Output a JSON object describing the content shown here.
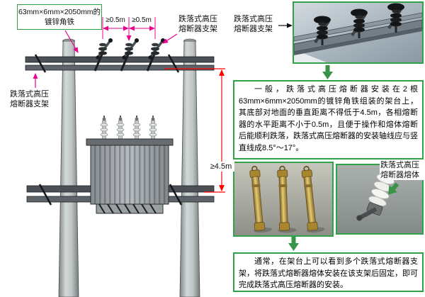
{
  "colors": {
    "accent_green": "#2fa24a",
    "annotation_magenta": "#ec008c",
    "dimension_red": "#ff0000"
  },
  "diagram": {
    "angle_iron_label": "63mm×6mm×2050mm的\n镀锌角铁",
    "spacing_min_1": "≥0.5m",
    "spacing_min_2": "≥0.5m",
    "bracket_label_top": "跌落式高压\n熔断器支架",
    "bracket_label_left": "跌落式高压\n熔断器支架",
    "height_min": "≥4.5m"
  },
  "right_panel": {
    "bracket_photo_label": "跌落式高压\n熔断器支架",
    "note_general": "一般，跌落式高压熔断器安装在2根63mm×6mm×2050mm的镀锌角铁组装的架台上，其底部对地面的垂直距离不得低于4.5m，各相熔断器的水平距离不小于0.5m，且便于操作和熔体熔断后能顺利跌落，跌落式高压熔断器的安装轴线应与竖直线成8.5°～17°。",
    "fuse_body_label": "跌落式高压\n熔断器熔体",
    "note_usual": "通常，在架台上可以看到多个跌落式熔断器支架，将跌落式熔断器熔体安装在该支架后固定，即可完成跌落式高压熔断器的安装。"
  }
}
